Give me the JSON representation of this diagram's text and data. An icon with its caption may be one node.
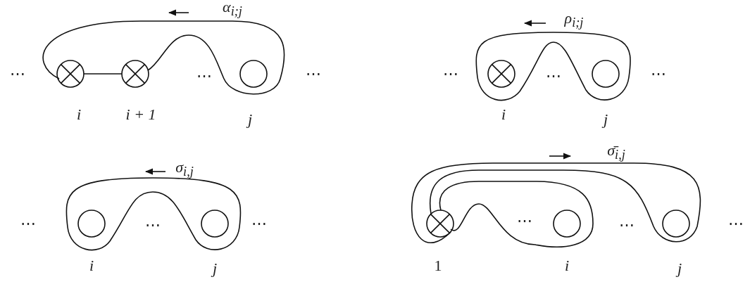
{
  "diagram": {
    "labels": [
      "α$_{i;j}$",
      "⋯",
      "⋯",
      "⋯",
      "i",
      "i + 1",
      "j",
      "ρ$_{i;j}$",
      "⋯",
      "⋯",
      "⋯",
      "i",
      "j",
      "σ$_{i,j}$",
      "⋯",
      "⋯",
      "⋯",
      "i",
      "j",
      "σ̄$_{i,j}$",
      "⋯",
      "⋯",
      "⋯",
      "1",
      "i",
      "j"
    ]
  }
}
